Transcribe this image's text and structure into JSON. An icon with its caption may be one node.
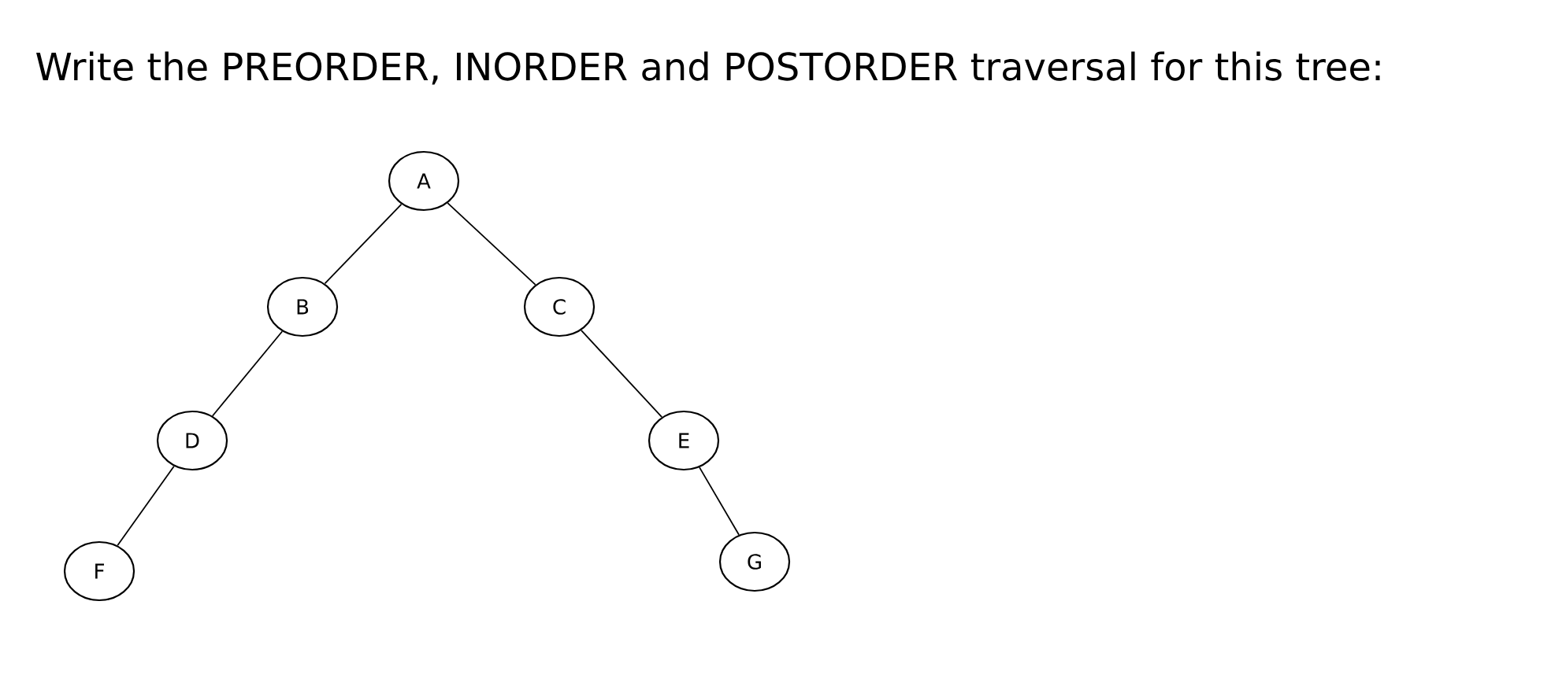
{
  "diagram": {
    "title": "Write the PREORDER, INORDER and POSTORDER traversal for this tree:",
    "nodes": [
      {
        "text": [
          "A"
        ]
      },
      {
        "text": [
          "B"
        ]
      },
      {
        "text": [
          "C"
        ]
      },
      {
        "text": [
          "D"
        ]
      },
      {
        "text": [
          "E"
        ]
      },
      {
        "text": [
          "F"
        ]
      },
      {
        "text": [
          "G"
        ]
      }
    ],
    "edges": [
      {
        "from": 0,
        "to": 1,
        "arrow": "none"
      },
      {
        "from": 0,
        "to": 2,
        "arrow": "none"
      },
      {
        "from": 1,
        "to": 3,
        "arrow": "none"
      },
      {
        "from": 2,
        "to": 4,
        "arrow": "none"
      },
      {
        "from": 3,
        "to": 5,
        "arrow": "none"
      },
      {
        "from": 4,
        "to": 6,
        "arrow": "none"
      }
    ]
  }
}
